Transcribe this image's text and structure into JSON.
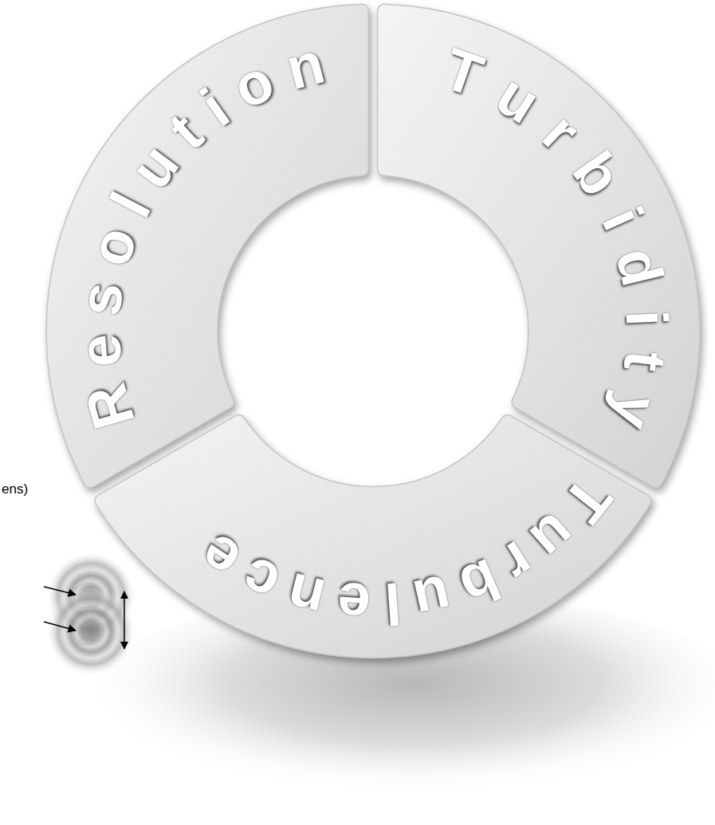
{
  "diagram": {
    "nodes": [
      {
        "text": [
          "Resolution"
        ]
      },
      {
        "text": [
          "Turbidity"
        ]
      },
      {
        "text": [
          "Turbulence"
        ]
      }
    ],
    "labels": [
      "ens)"
    ]
  }
}
